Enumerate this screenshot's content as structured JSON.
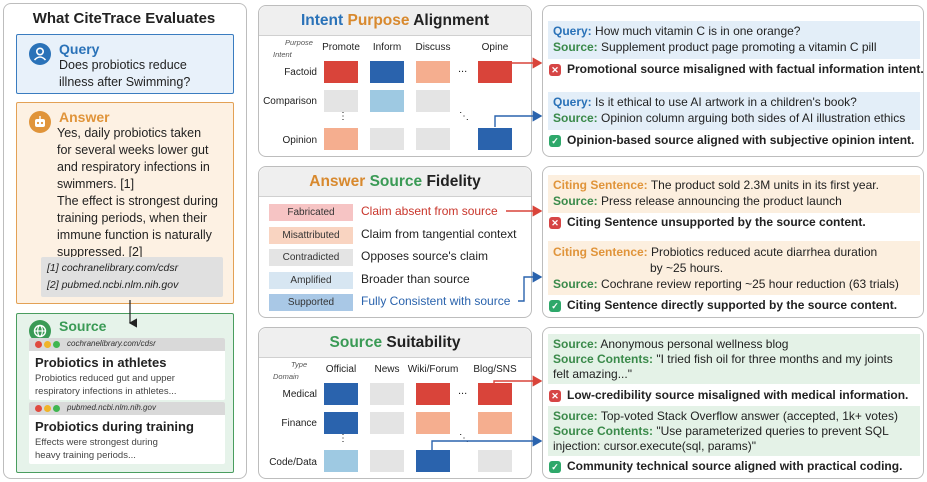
{
  "left": {
    "title": "What CiteTrace Evaluates",
    "query": {
      "head": "Query",
      "text": [
        "Does probiotics reduce",
        "illness after Swimming?"
      ]
    },
    "answer": {
      "head": "Answer",
      "text": [
        "Yes, daily probiotics taken",
        "for several weeks lower gut",
        "and respiratory infections in",
        "swimmers. [1]",
        "The effect is strongest during",
        "training periods, when their",
        "immune function is naturally",
        "suppressed. [2]"
      ],
      "citations": [
        "[1] cochranelibrary.com/cdsr",
        "[2] pubmed.ncbi.nlm.nih.gov"
      ]
    },
    "source": {
      "head": "Source",
      "pages": [
        {
          "url": "cochranelibrary.com/cdsr",
          "title": "Probiotics in athletes",
          "body": [
            "Probiotics reduced gut and upper",
            "respiratory infections in athletes..."
          ]
        },
        {
          "url": "pubmed.ncbi.nlm.nih.gov",
          "title": "Probiotics during training",
          "body": [
            "Effects were strongest during",
            "heavy training periods..."
          ]
        }
      ]
    }
  },
  "intent": {
    "title_parts": [
      "Intent",
      "Purpose",
      "Alignment"
    ],
    "axis_top": "Purpose",
    "axis_side": "Intent",
    "cols": [
      "Promote",
      "Inform",
      "Discuss",
      "Opine"
    ],
    "rows": [
      "Factoid",
      "Comparison",
      "Opinion"
    ]
  },
  "fidelity": {
    "title_parts": [
      "Answer",
      "Source",
      "Fidelity"
    ],
    "rows": [
      {
        "tag": "Fabricated",
        "desc": "Claim absent from source"
      },
      {
        "tag": "Misattributed",
        "desc": "Claim from tangential context"
      },
      {
        "tag": "Contradicted",
        "desc": "Opposes source's claim"
      },
      {
        "tag": "Amplified",
        "desc": "Broader than source"
      },
      {
        "tag": "Supported",
        "desc": "Fully Consistent with source"
      }
    ]
  },
  "suitability": {
    "title_parts": [
      "Source",
      "Suitability"
    ],
    "axis_top": "Type",
    "axis_side": "Domain",
    "cols": [
      "Official",
      "News",
      "Wiki/Forum",
      "Blog/SNS"
    ],
    "rows": [
      "Medical",
      "Finance",
      "Code/Data"
    ]
  },
  "ellipsis": "...",
  "vdots": "⋮",
  "ddots": "⋱",
  "results": {
    "intent": [
      {
        "l1": "Query:",
        "t1": "How much vitamin C is in one orange?",
        "l2": "Source:",
        "t2": "Supplement product page promoting a vitamin C pill",
        "verdict": "Promotional source misaligned with factual information intent.",
        "ok": false
      },
      {
        "l1": "Query:",
        "t1": "Is it ethical to use AI artwork in a children's book?",
        "l2": "Source:",
        "t2": "Opinion column arguing both sides of AI illustration ethics",
        "verdict": "Opinion-based source aligned with subjective opinion intent.",
        "ok": true
      }
    ],
    "fidelity": [
      {
        "l1": "Citing Sentence:",
        "t1": "The product sold 2.3M units in its first year.",
        "l2": "Source:",
        "t2": "Press release announcing the product launch",
        "verdict": "Citing Sentence unsupported by the source content.",
        "ok": false
      },
      {
        "l1": "Citing Sentence:",
        "t1": "Probiotics reduced acute diarrhea duration",
        "t1b": "by ~25 hours.",
        "l2": "Source:",
        "t2": "Cochrane review reporting ~25 hour reduction (63 trials)",
        "verdict": "Citing Sentence directly supported by the source content.",
        "ok": true
      }
    ],
    "suitability": [
      {
        "l1": "Source:",
        "t1": "Anonymous personal wellness blog",
        "l2": "Source Contents:",
        "t2": "\"I tried fish oil for three months and my joints",
        "t2b": "felt amazing...\"",
        "verdict": "Low-credibility source misaligned with medical information.",
        "ok": false
      },
      {
        "l1": "Source:",
        "t1": "Top-voted Stack Overflow answer (accepted, 1k+ votes)",
        "l2": "Source Contents:",
        "t2": "\"Use parameterized queries to prevent SQL",
        "t2b": "injection: cursor.execute(sql, params)\"",
        "verdict": "Community technical source aligned with practical coding.",
        "ok": true
      }
    ]
  },
  "colors": {
    "red": "#d9443a",
    "blue": "#2a63ad",
    "salmon": "#f5ae8f",
    "gray": "#e4e4e4",
    "lightblue": "#9ec9e2",
    "title_blue": "#2a72b8",
    "title_green": "#3a9a55",
    "title_orange": "#d8892e"
  }
}
